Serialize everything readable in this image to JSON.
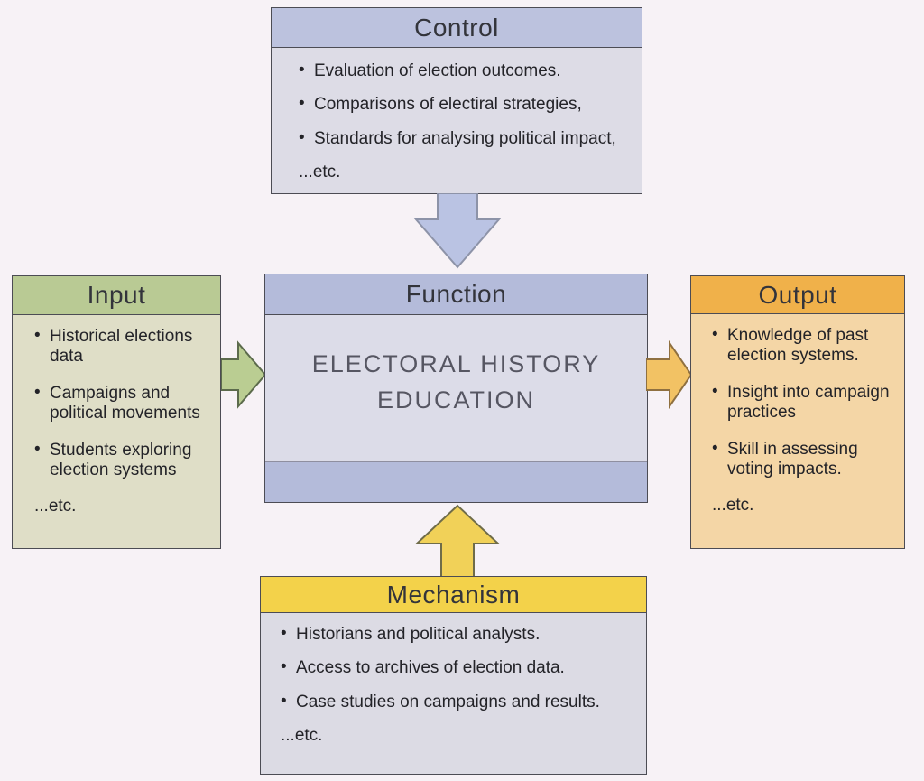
{
  "page": {
    "background": "#f7f2f6",
    "border_color": "#4c4c54",
    "text_color": "#232328",
    "title_color": "#33343b"
  },
  "boxes": {
    "control": {
      "title": "Control",
      "header_bg": "#bcc2de",
      "body_bg": "#dddce6",
      "bullets": [
        "Evaluation of election outcomes.",
        "Comparisons of electiral strategies,",
        "Standards for analysing political impact,"
      ],
      "etc": "...etc."
    },
    "input": {
      "title": "Input",
      "header_bg": "#b9ca94",
      "body_bg": "#dfdec7",
      "bullets": [
        "Historical elections data",
        "Campaigns and political movements",
        "Students exploring election systems"
      ],
      "etc": "...etc."
    },
    "function": {
      "title": "Function",
      "header_bg": "#b4bbda",
      "body_bg": "#dcdce8",
      "footer_bg": "#b4bbda",
      "center_line1": "ELECTORAL HISTORY",
      "center_line2": "EDUCATION",
      "center_text_color": "#565662"
    },
    "output": {
      "title": "Output",
      "header_bg": "#f0b14a",
      "body_bg": "#f4d6a6",
      "bullets": [
        "Knowledge of past election systems.",
        "Insight into campaign practices",
        "Skill in assessing voting impacts."
      ],
      "etc": "...etc."
    },
    "mechanism": {
      "title": "Mechanism",
      "header_bg": "#f3d24a",
      "body_bg": "#dcdbe4",
      "bullets": [
        "Historians and political analysts.",
        "Access to archives of election data.",
        "Case studies on campaigns and results."
      ],
      "etc": "...etc."
    }
  },
  "arrows": {
    "control_to_function": {
      "direction": "down",
      "fill": "#bac3e3",
      "stroke": "#8d93a8"
    },
    "mechanism_to_function": {
      "direction": "up",
      "fill": "#f1d158",
      "stroke": "#6f6c49"
    },
    "input_to_function": {
      "direction": "right",
      "fill": "#bacd92",
      "stroke": "#5c6b4c"
    },
    "function_to_output": {
      "direction": "right",
      "fill": "#f2c264",
      "stroke": "#8f7040"
    }
  }
}
